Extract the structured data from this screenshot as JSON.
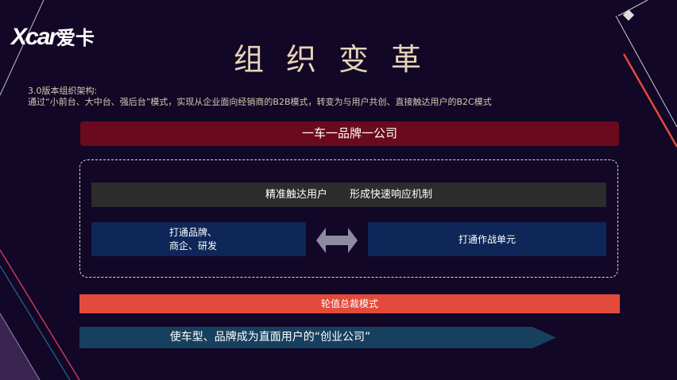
{
  "logo": {
    "brand": "Xcar",
    "cn": "爱卡"
  },
  "title": "组织变革",
  "subtitle": {
    "line1": "3.0版本组织架构:",
    "line2": "通过“小前台、大中台、强后台”模式，实现从企业面向经销商的B2B模式，转变为与用户共创、直接触达用户的B2C模式"
  },
  "top_bar": "一车一品牌一公司",
  "gray_bar": {
    "left": "精准触达用户",
    "right": "形成快速响应机制"
  },
  "left_box": {
    "line1": "打通品牌、",
    "line2": "商企、研发"
  },
  "right_box": "打通作战单元",
  "red_bar": "轮值总裁模式",
  "banner": "使车型、品牌成为直面用户的“创业公司”",
  "colors": {
    "bg": "#120726",
    "top_bar": "#6b0a1e",
    "red_bar": "#e24a3b",
    "blue": "#0e2658",
    "banner": "#17405f"
  }
}
